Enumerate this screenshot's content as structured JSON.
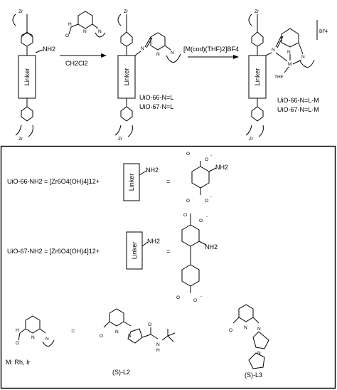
{
  "atoms": {
    "zr": "Zr",
    "nh2": "NH2",
    "n": "N",
    "h": "H",
    "o": "O",
    "m": "M",
    "thf": "THF",
    "minus": "-"
  },
  "linker_label": "Linker",
  "step1": {
    "solvent": "CH2Cl2"
  },
  "step2": {
    "reagent": "[M(cod)(THF)2]BF4"
  },
  "product1": {
    "line1": "UiO-66-N=L",
    "line2": "UiO-67-N=L"
  },
  "product2": {
    "line1": "UiO-66-N=L-M",
    "line2": "UiO-67-N=L-M",
    "counterion": "BF4"
  },
  "legend": {
    "uio66": "UiO-66-NH2 = [Zr6O4(OH)4]12+",
    "uio67": "UiO-67-NH2 = [Zr6O4(OH)4]12+",
    "equals": "=",
    "metal_note": "M: Rh, Ir",
    "ligand_l2": "(S)-L2",
    "ligand_l3": "(S)-L3"
  }
}
